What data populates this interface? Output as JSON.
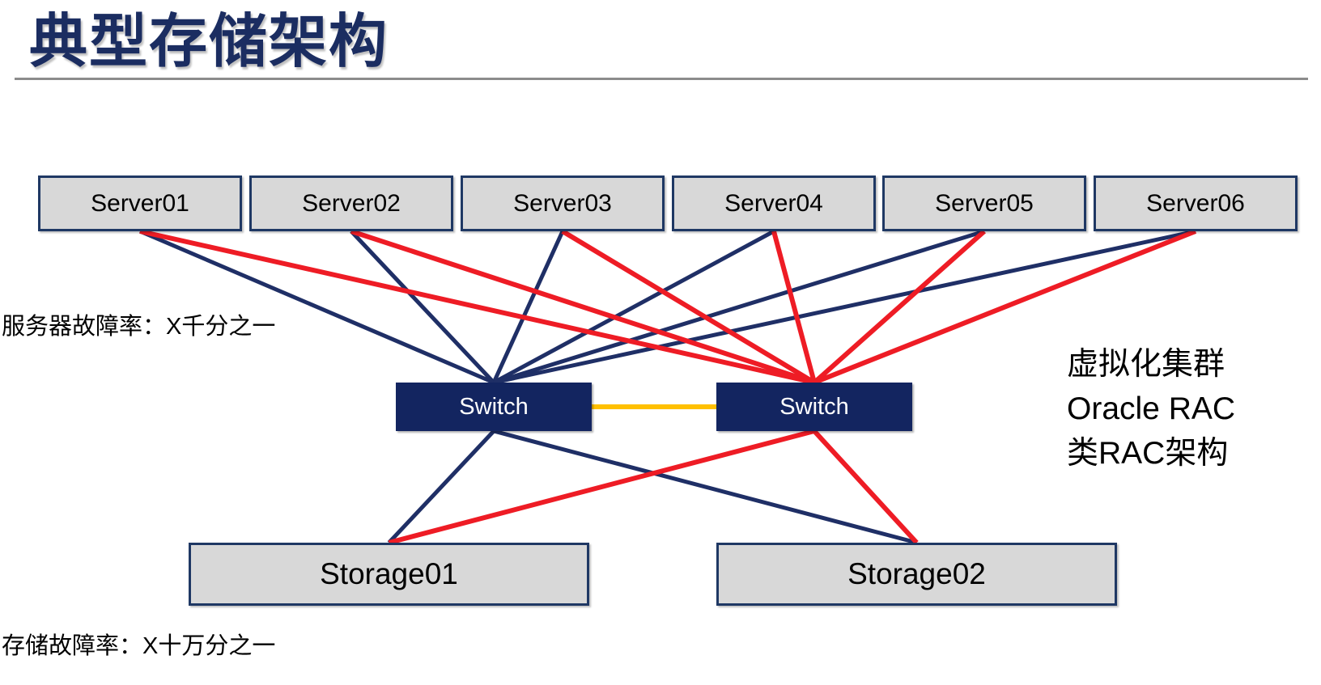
{
  "title": {
    "text": "典型存储架构"
  },
  "labels": {
    "server_failure_rate": "服务器故障率：X千分之一",
    "storage_failure_rate": "存储故障率：X十万分之一"
  },
  "annotation": {
    "lines": [
      "虚拟化集群",
      "Oracle RAC",
      "类RAC架构"
    ]
  },
  "servers": [
    {
      "label": "Server01"
    },
    {
      "label": "Server02"
    },
    {
      "label": "Server03"
    },
    {
      "label": "Server04"
    },
    {
      "label": "Server05"
    },
    {
      "label": "Server06"
    }
  ],
  "switches": [
    {
      "label": "Switch"
    },
    {
      "label": "Switch"
    }
  ],
  "storages": [
    {
      "label": "Storage01"
    },
    {
      "label": "Storage02"
    }
  ],
  "colors": {
    "navy": "#1F2F66",
    "red": "#EE1C25",
    "yellow": "#FFC000",
    "node_fill": "#D8D8D8",
    "switch_fill": "#132560",
    "node_border": "#1F3864",
    "title": "#1B2D61",
    "rule": "#8C8C8C"
  },
  "connections": [
    {
      "from": "server01",
      "to": "switch-left",
      "color": "navy",
      "from_anchor": "bottom",
      "to_anchor": "top"
    },
    {
      "from": "server02",
      "to": "switch-left",
      "color": "navy",
      "from_anchor": "bottom",
      "to_anchor": "top"
    },
    {
      "from": "server03",
      "to": "switch-left",
      "color": "navy",
      "from_anchor": "bottom",
      "to_anchor": "top"
    },
    {
      "from": "server04",
      "to": "switch-left",
      "color": "navy",
      "from_anchor": "bottom",
      "to_anchor": "top"
    },
    {
      "from": "server05",
      "to": "switch-left",
      "color": "navy",
      "from_anchor": "bottom",
      "to_anchor": "top"
    },
    {
      "from": "server06",
      "to": "switch-left",
      "color": "navy",
      "from_anchor": "bottom",
      "to_anchor": "top"
    },
    {
      "from": "switch-left",
      "to": "storage01",
      "color": "navy",
      "from_anchor": "bottom",
      "to_anchor": "top"
    },
    {
      "from": "switch-left",
      "to": "storage02",
      "color": "navy",
      "from_anchor": "bottom",
      "to_anchor": "top"
    },
    {
      "from": "server01",
      "to": "switch-right",
      "color": "red",
      "from_anchor": "bottom",
      "to_anchor": "top"
    },
    {
      "from": "server02",
      "to": "switch-right",
      "color": "red",
      "from_anchor": "bottom",
      "to_anchor": "top"
    },
    {
      "from": "server03",
      "to": "switch-right",
      "color": "red",
      "from_anchor": "bottom",
      "to_anchor": "top"
    },
    {
      "from": "server04",
      "to": "switch-right",
      "color": "red",
      "from_anchor": "bottom",
      "to_anchor": "top"
    },
    {
      "from": "server05",
      "to": "switch-right",
      "color": "red",
      "from_anchor": "bottom",
      "to_anchor": "top"
    },
    {
      "from": "server06",
      "to": "switch-right",
      "color": "red",
      "from_anchor": "bottom",
      "to_anchor": "top"
    },
    {
      "from": "switch-right",
      "to": "storage01",
      "color": "red",
      "from_anchor": "bottom",
      "to_anchor": "top"
    },
    {
      "from": "switch-right",
      "to": "storage02",
      "color": "red",
      "from_anchor": "bottom",
      "to_anchor": "top"
    },
    {
      "from": "switch-left",
      "to": "switch-right",
      "color": "yellow",
      "from_anchor": "right",
      "to_anchor": "left"
    }
  ]
}
